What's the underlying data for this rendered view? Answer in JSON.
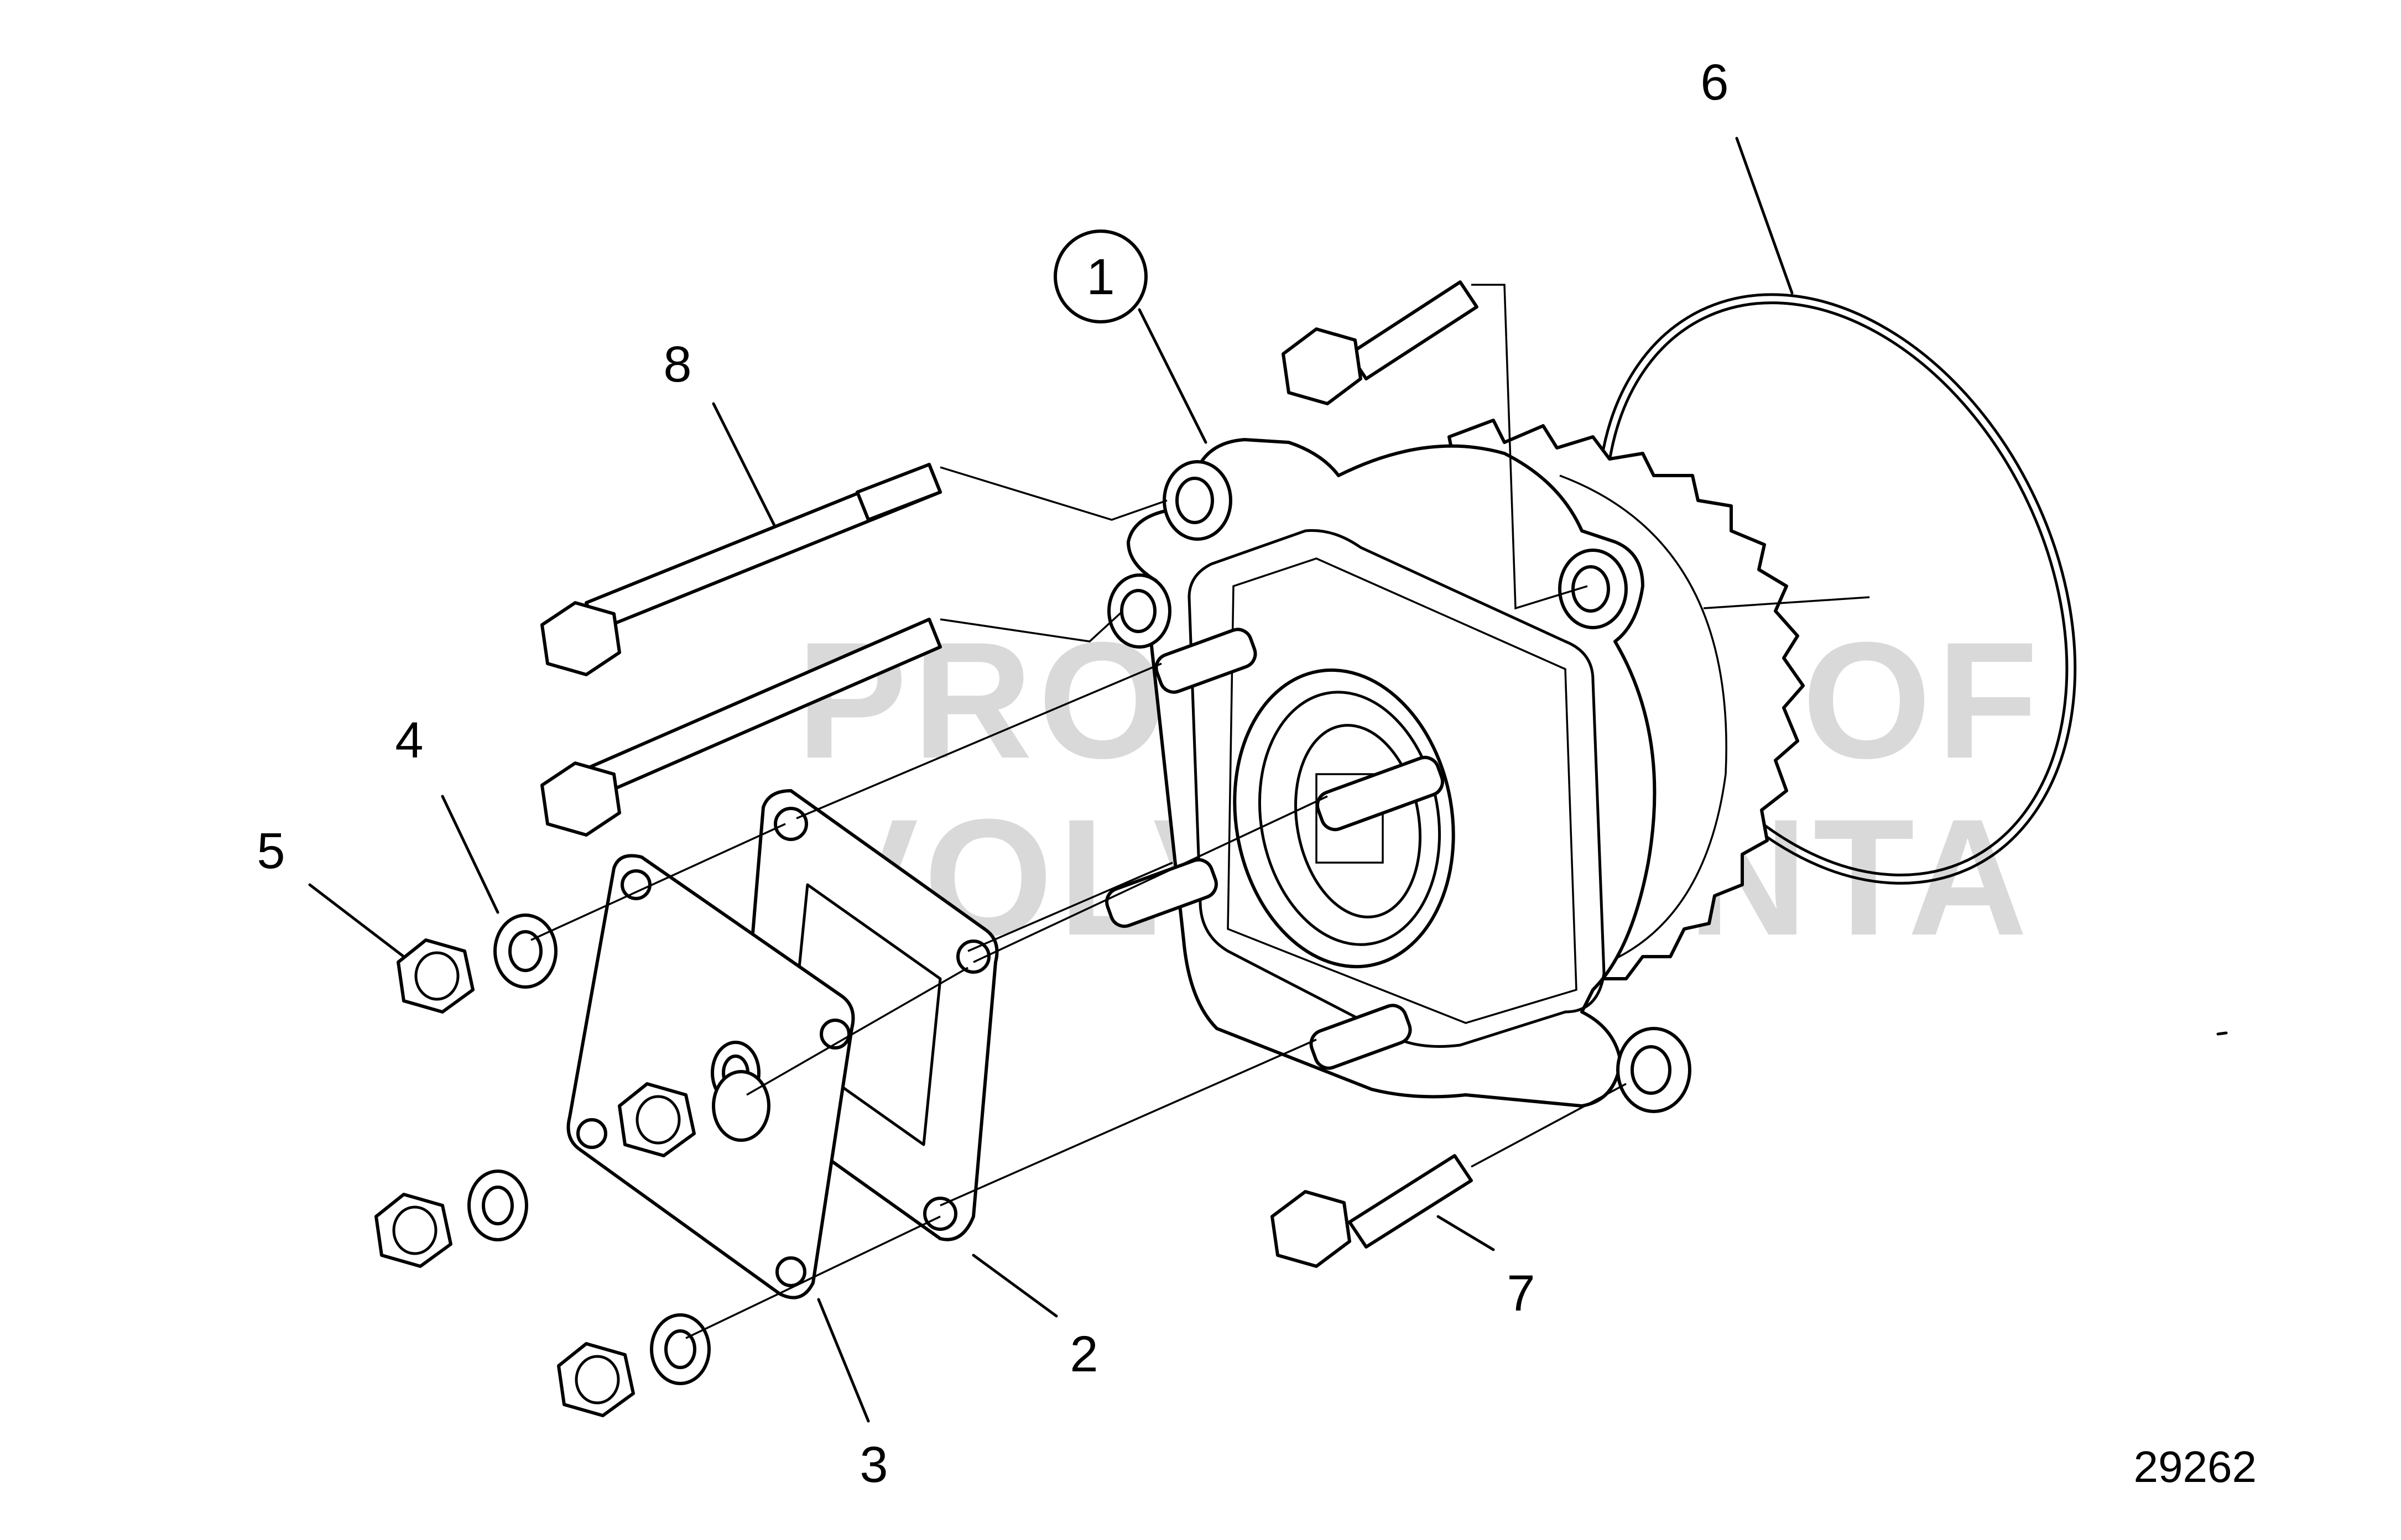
{
  "diagram": {
    "callouts": [
      "1",
      "2",
      "3",
      "4",
      "5",
      "6",
      "7",
      "8"
    ],
    "part_number": "29262",
    "watermark": [
      "PROPERTY OF",
      "VOLVO PENTA"
    ]
  },
  "colors": {
    "line": "#000000",
    "background": "#ffffff",
    "watermark": "#d9d9d9"
  }
}
